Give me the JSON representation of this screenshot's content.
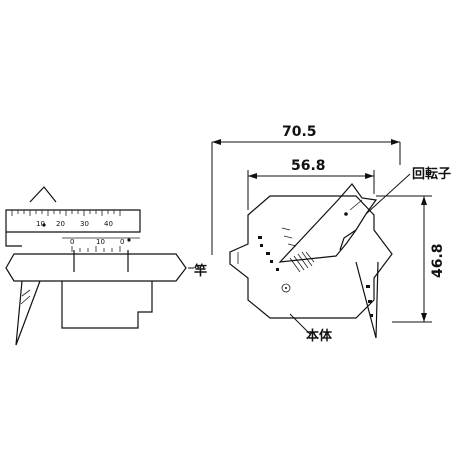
{
  "drawing": {
    "dimensions": {
      "overall_width": "70.5",
      "body_width": "56.8",
      "height": "46.8"
    },
    "labels": {
      "rotor": "回転子",
      "body": "本体",
      "rod": "竿"
    },
    "scale": {
      "upper_ticks": [
        "10",
        "20",
        "30",
        "40"
      ],
      "lower_ticks": [
        "0",
        "10",
        "0"
      ]
    }
  }
}
